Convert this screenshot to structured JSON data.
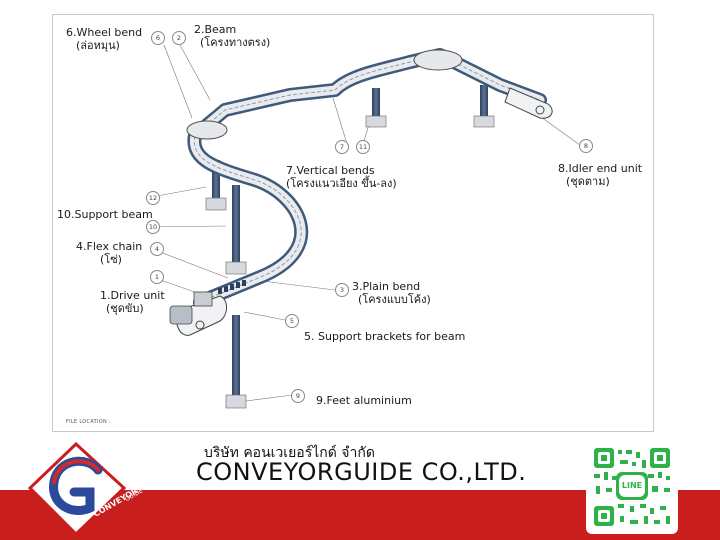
{
  "labels": {
    "wheel_bend": {
      "en": "6.Wheel bend",
      "th": "(ล่อหมุน)"
    },
    "beam": {
      "en": "2.Beam",
      "th": "(โครงทางตรง)"
    },
    "vertical_bends": {
      "en": "7.Vertical bends",
      "th": "(โครงแนวเอียง ขึ้น-ลง)"
    },
    "idler_end_unit": {
      "en": "8.Idler end unit",
      "th": "(ชุดตาม)"
    },
    "support_beam": {
      "en": "10.Support beam"
    },
    "flex_chain": {
      "en": "4.Flex chain",
      "th": "(โซ่)"
    },
    "plain_bend": {
      "en": "3.Plain bend",
      "th": "(โครงแบบโค้ง)"
    },
    "drive_unit": {
      "en": "1.Drive unit",
      "th": "(ชุดขับ)"
    },
    "support_brackets": {
      "en": "5. Support brackets for beam"
    },
    "feet_aluminium": {
      "en": "9.Feet aluminium"
    }
  },
  "callouts": [
    "6",
    "2",
    "7",
    "11",
    "8",
    "12",
    "10",
    "4",
    "1",
    "3",
    "5",
    "9"
  ],
  "file_location": "FILE LOCATION :",
  "company": {
    "name_th": "บริษัท คอนเวเยอร์ไกด์ จำกัด",
    "name_en": "CONVEYORGUIDE CO.,LTD.",
    "logo_text": "CONVEYOR",
    "logo_subtext": "GUIDE",
    "qr_badge": "LINE"
  },
  "colors": {
    "band_red": "#c81e1e",
    "beam_blue": "#3f5a7a",
    "line_green": "#2fb14a",
    "logo_blue": "#2c4a9a",
    "logo_red": "#d12a2a"
  }
}
